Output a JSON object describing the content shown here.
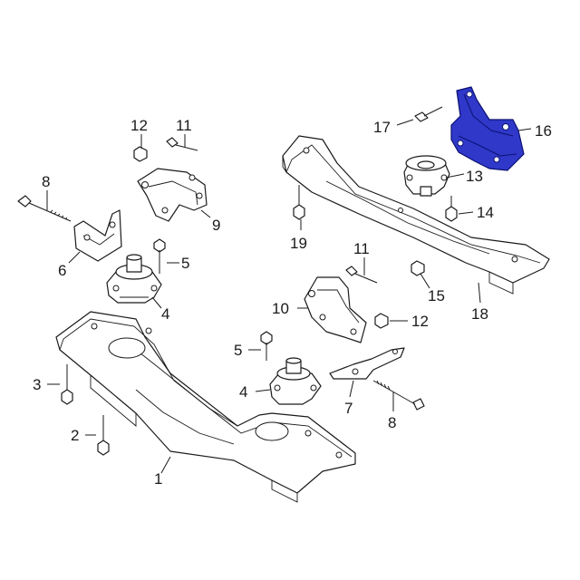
{
  "diagram": {
    "callouts": [
      "1",
      "2",
      "3",
      "4",
      "4",
      "5",
      "5",
      "6",
      "7",
      "8",
      "8",
      "9",
      "10",
      "11",
      "11",
      "12",
      "12",
      "13",
      "14",
      "15",
      "16",
      "17",
      "18",
      "19"
    ]
  },
  "colors": {
    "highlight": "#2f38c9",
    "line": "#1a1a1a",
    "background": "#ffffff"
  }
}
